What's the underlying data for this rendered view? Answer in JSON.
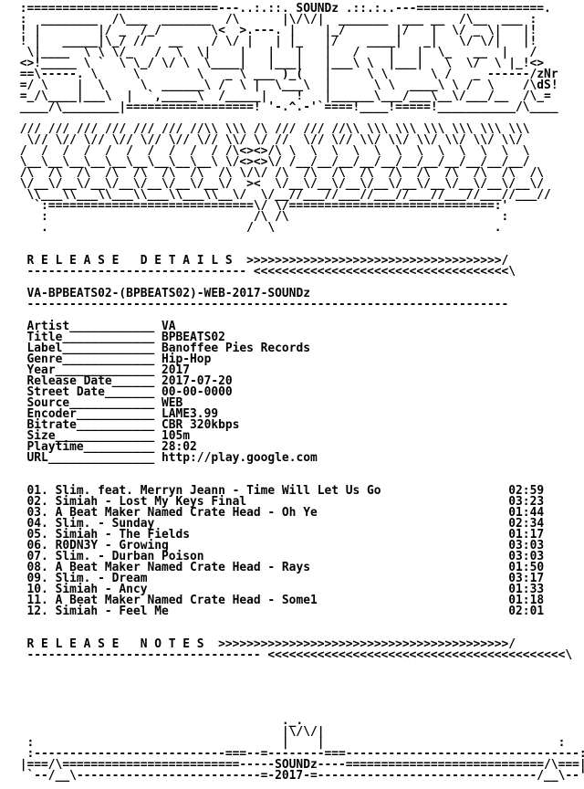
{
  "colors": {
    "background": "#ffffff",
    "text": "#000000"
  },
  "header_art": [
    " :===========================---..:.::. SOUNDz .::.:..---==================.",
    " :  ________  /\\___  _______  /\\      |\\/\\/|  _______  ___ __  /\\__  ___ :",
    " ! |        |/ _  /_/       \\<  >.---. |    |_/       |/   |  \\/ _ \\|   |!",
    " ! |   _____|\\_/ //   __    / \\/ |   | |_   |/    ____|   _|   \\/ \\/|   |!",
    "  \\|____  \\ \\ \\/_   /  \\  \\|    |   |   |   |   /    |   |  \\_   __  |   /",
    " <>!_____ \\ `  \\ \\_/ \\/ \\  \\____|   |___|   |___\\ \\  |___|   \\  \\/  \\ |_!<>",
    " ==\\-----. \\     \\        \\   _ \\ ___ )_(   |     \\ \\      \\ /   _ ------/zNr",
    " =/ \\    |  \\     \\  ______\\ /  \\ |  \\___\\  |      \\ \\  ____\\ \\ /  \\    /\\dS!",
    " =_/\\____|___\\  |  `,_____\\  /_____|    !   |______\\___/___\\__\\/___/__  /\\_=",
    " ____/\\________|==================! '-.^.-'`====!____!=====!___________/\\____"
  ],
  "band_art": [
    " /// /// /// /// /// /// //\\\\ \\\\\\ /\\ /// /// //\\\\ \\\\\\ \\\\\\ \\\\\\ \\\\\\ \\\\\\ \\\\\\",
    "  \\// \\// \\// \\// \\// \\// \\// \\\\/ \\/ //  \\// \\// \\\\/ \\\\/ \\\\/ \\\\/ \\\\/ \\\\/",
    " /  /  /  /  /  /  /  /  /  / /\\<><>/\\ \\  \\  \\  \\  \\  \\  \\  \\  \\  \\  \\  \\",
    " \\__\\__\\__\\__\\__\\__\\__\\__\\__\\ \\/<><>\\/ /__/__/__/__/__/__/__/__/__/__/__/",
    " /\\  /\\  /\\  /\\  /\\  /\\  /\\  /\\ \\/\\/ /\\  /\\  /\\  /\\  /\\  /\\  /\\  /\\  /\\  /\\",
    " \\/__\\/__\\/__\\/__\\/__\\/__\\/__\\/  ><  \\/__\\/__\\/__\\/__\\/__\\/__\\/__\\/__\\/__\\/",
    "  \\\\___\\\\___\\\\___\\\\___\\\\___\\\\__\\/  \\/__//___//___//___//___//___//___//___//",
    "   `:=============================\\/ \\/=============================:'",
    "    :                             /\\ /\\                              :",
    "    .                            /  \\                               ."
  ],
  "release_details": {
    "heading": "R E L E A S E   D E T A I L S",
    "heading_arrows_right": ">>>>>>>>>>>>>>>>>>>>>>>>>>>>>>>>>>>>/",
    "heading_arrows_left": "<<<<<<<<<<<<<<<<<<<<<<<<<<<<<<<<<<<<\\",
    "rule": "-------------------------------",
    "release_name": "VA-BPBEATS02-(BPBEATS02)-WEB-2017-SOUNDz",
    "release_name_rule": "--------------------------------------------------------------------",
    "fields": [
      {
        "label": "Artist____________",
        "value": "VA"
      },
      {
        "label": "Title_____________",
        "value": "BPBEATS02"
      },
      {
        "label": "Label_____________",
        "value": "Banoffee Pies Records"
      },
      {
        "label": "Genre_____________",
        "value": "Hip-Hop"
      },
      {
        "label": "Year______________",
        "value": "2017"
      },
      {
        "label": "Release Date______",
        "value": "2017-07-20"
      },
      {
        "label": "Street Date_______",
        "value": "00-00-0000"
      },
      {
        "label": "Source____________",
        "value": "WEB"
      },
      {
        "label": "Encoder___________",
        "value": "LAME3.99"
      },
      {
        "label": "Bitrate___________",
        "value": "CBR 320kbps"
      },
      {
        "label": "Size______________",
        "value": "105m"
      },
      {
        "label": "Playtime__________",
        "value": "28:02"
      },
      {
        "label": "URL_______________",
        "value": "http://play.google.com"
      }
    ]
  },
  "tracklist": [
    {
      "title": "01. Slim. feat. Merryn Jeann - Time Will Let Us Go",
      "time": "02:59"
    },
    {
      "title": "02. Simiah - Lost My Keys Final",
      "time": "03:23"
    },
    {
      "title": "03. A Beat Maker Named Crate Head - Oh Ye",
      "time": "01:44"
    },
    {
      "title": "04. Slim. - Sunday",
      "time": "02:34"
    },
    {
      "title": "05. Simiah - The Fields",
      "time": "01:17"
    },
    {
      "title": "06. R0DN3Y - Growing",
      "time": "03:03"
    },
    {
      "title": "07. Slim. - Durban Poison",
      "time": "03:03"
    },
    {
      "title": "08. A Beat Maker Named Crate Head - Rays",
      "time": "01:50"
    },
    {
      "title": "09. Slim. - Dream",
      "time": "03:17"
    },
    {
      "title": "10. Simiah - Ancy",
      "time": "01:33"
    },
    {
      "title": "11. A Beat Maker Named Crate Head - Some1",
      "time": "01:18"
    },
    {
      "title": "12. Simiah - Feel Me",
      "time": "02:01"
    }
  ],
  "release_notes": {
    "heading": "R E L E A S E   N O T E S",
    "heading_arrows_right": ">>>>>>>>>>>>>>>>>>>>>>>>>>>>>>>>>>>>>>>>>/",
    "heading_arrows_left": "<<<<<<<<<<<<<<<<<<<<<<<<<<<<<<<<<<<<<<<<<<\\",
    "rule": "---------------------------------"
  },
  "footer_art": [
    "                                      ._.",
    "                                      |\\/\\/|",
    "  :                                   |    |                                 :",
    "  :---------------------------===--=--------===---------------------------------:",
    " |===/\\=========================-----SOUNDz----============================/\\===|",
    "  `--/__\\--------------------------=-2017-=-------------------------------/__\\--'"
  ]
}
